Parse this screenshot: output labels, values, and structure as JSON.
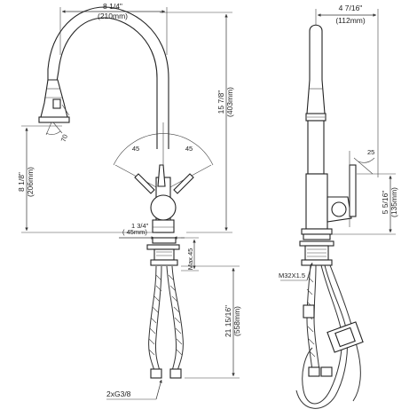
{
  "figure": {
    "front_view": {
      "width_dim": {
        "imperial": "8 1/4\"",
        "metric": "(210mm)"
      },
      "height_dim": {
        "imperial": "15 7/8\"",
        "metric": "(403mm)"
      },
      "spout_height_dim": {
        "imperial": "8 1/8\"",
        "metric": "(206mm)"
      },
      "spray_angle": "70",
      "handle_angle_left": "45",
      "handle_angle_right": "45",
      "base_diameter": {
        "imperial": "1 3/4\"",
        "metric": "( 45mm)"
      },
      "deck_thickness": "Max.45",
      "hose_length": {
        "imperial": "21 15/16\"",
        "metric": "(558mm)"
      },
      "connector": "2xG3/8"
    },
    "side_view": {
      "reach_dim": {
        "imperial": "4 7/16\"",
        "metric": "(112mm)"
      },
      "handle_angle": "25",
      "body_height_dim": {
        "imperial": "5 5/16\"",
        "metric": "(135mm)"
      },
      "thread": "M32X1.5"
    }
  }
}
